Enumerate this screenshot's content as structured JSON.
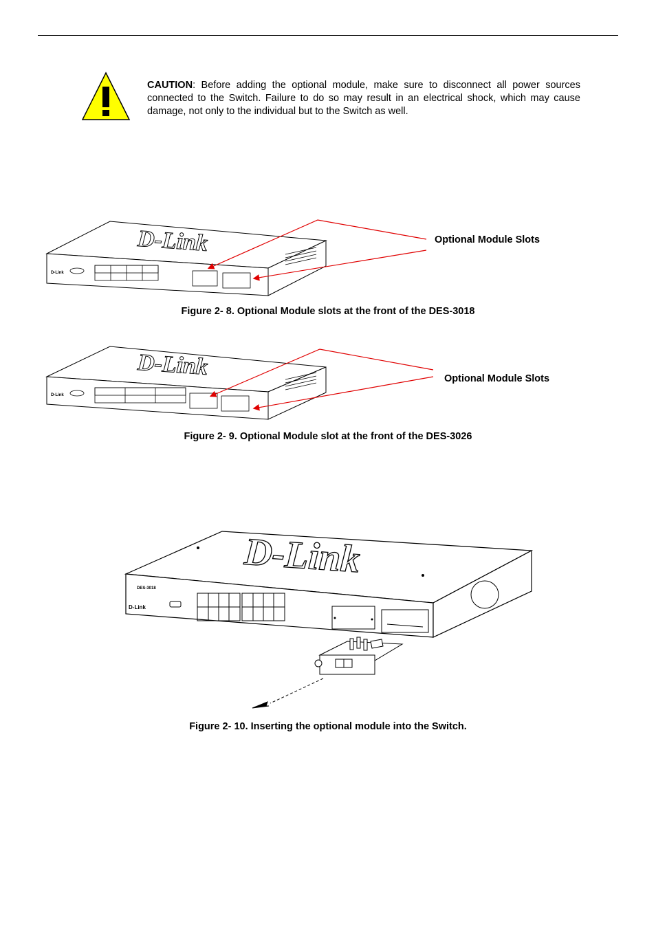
{
  "caution": {
    "keyword": "CAUTION",
    "text": ": Before adding the optional module, make sure to disconnect all power sources connected to the Switch. Failure to do so may result in an electrical shock, which may cause damage, not only to the individual but to the Switch as well."
  },
  "figure8": {
    "label": "Optional Module Slots",
    "caption": "Figure 2- 8. Optional Module slots at the front of the DES-3018",
    "logo": "D-Link"
  },
  "figure9": {
    "label": "Optional Module Slots",
    "caption": "Figure 2- 9. Optional Module slot at the front of the DES-3026",
    "logo": "D-Link"
  },
  "figure10": {
    "caption": "Figure 2- 10. Inserting the optional module into the Switch.",
    "logo": "D-Link",
    "model": "DES-3018",
    "panel_logo": "D-Link"
  },
  "colors": {
    "arrow": "#e00000",
    "warning": "#ffff00"
  }
}
